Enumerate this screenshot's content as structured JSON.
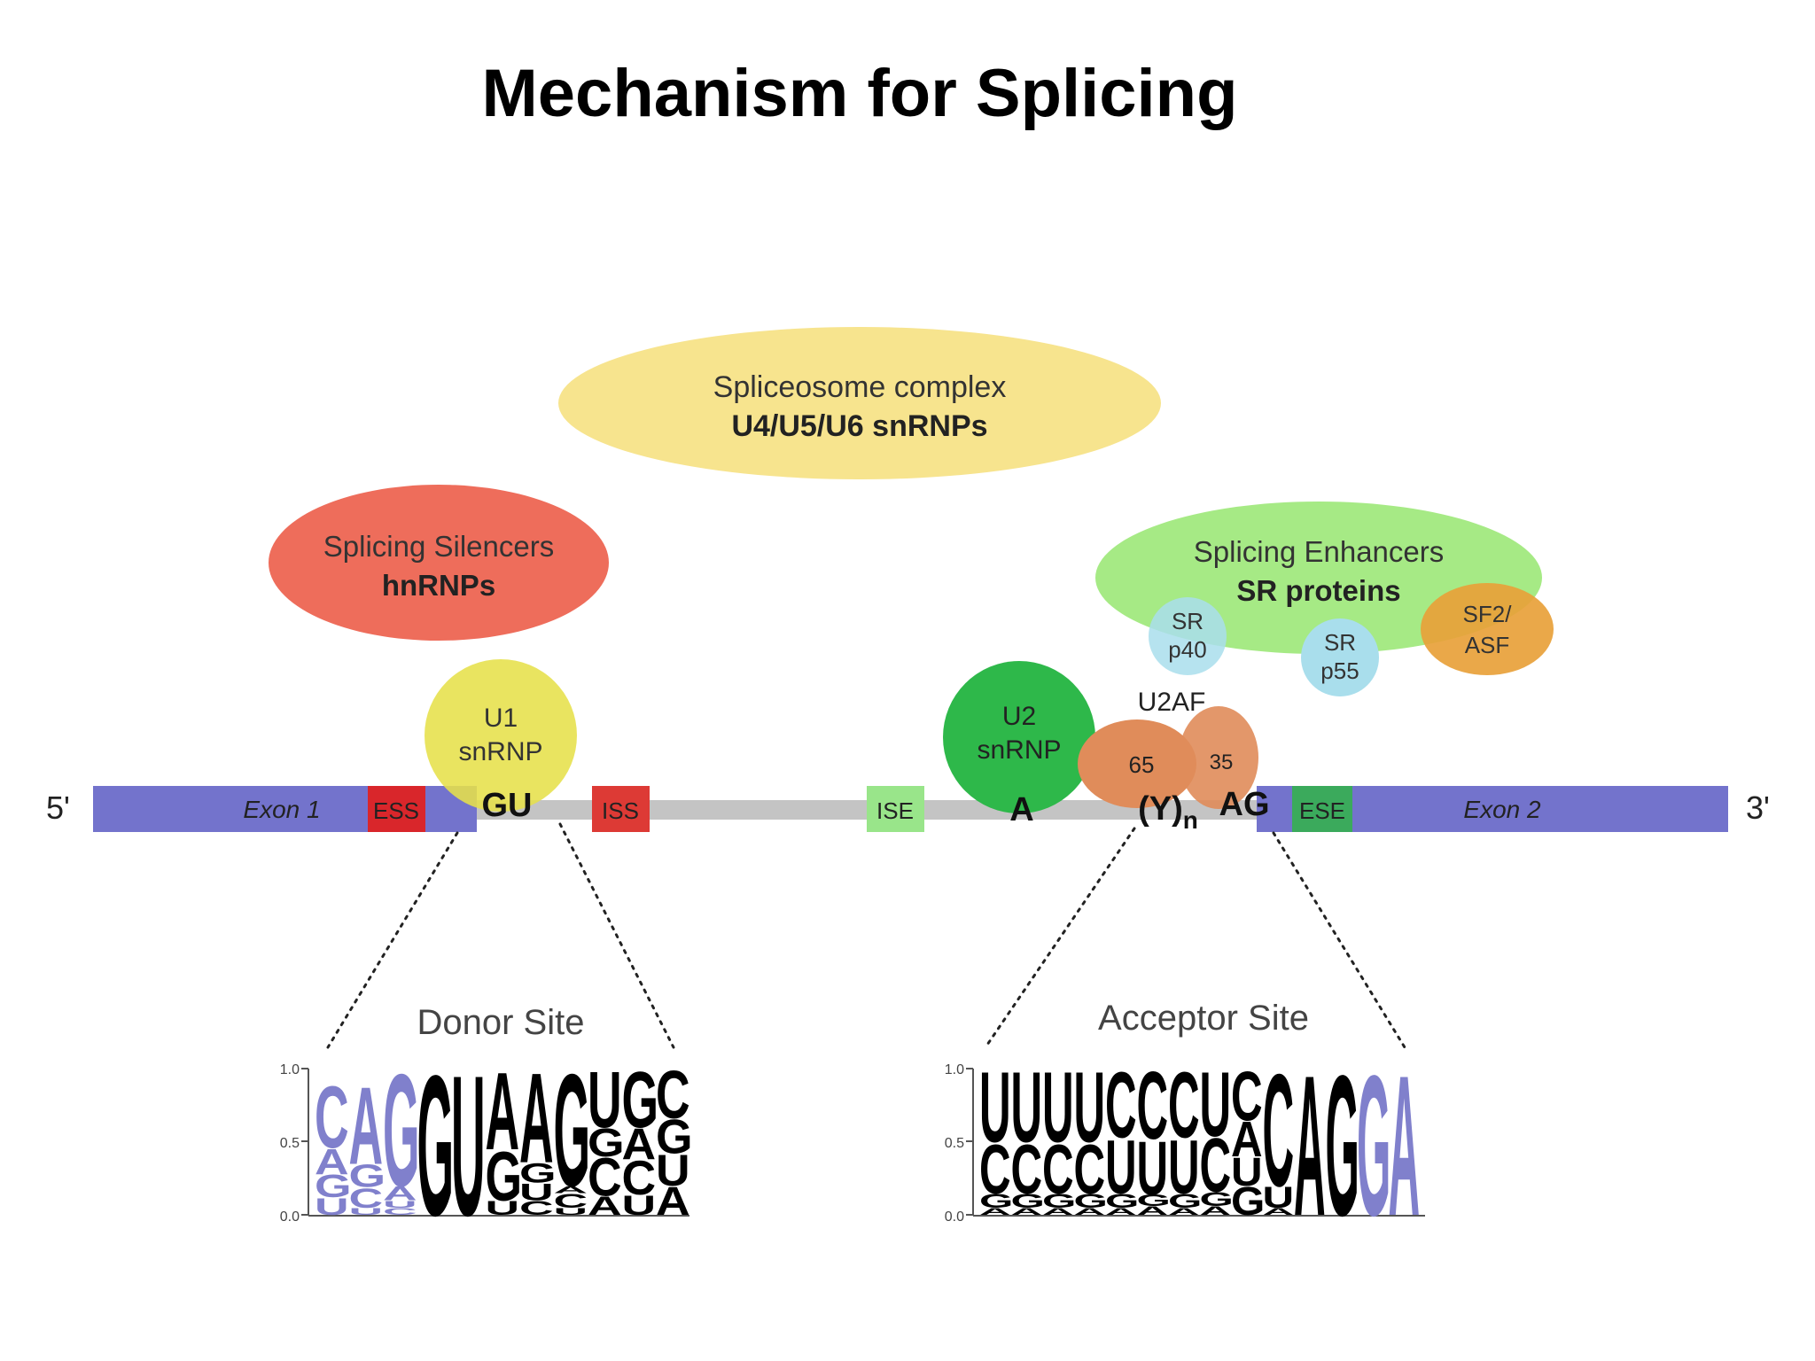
{
  "title": "Mechanism for Splicing",
  "strand": {
    "five_prime": "5'",
    "three_prime": "3'",
    "exon1": "Exon 1",
    "exon2": "Exon 2"
  },
  "elements": {
    "ess": "ESS",
    "iss": "ISS",
    "ise": "ISE",
    "ese": "ESE"
  },
  "motifs": {
    "gu": "GU",
    "a": "A",
    "yn": "(Y)",
    "n": "n",
    "ag": "AG"
  },
  "spliceosome": {
    "line1": "Spliceosome complex",
    "line2": "U4/U5/U6 snRNPs"
  },
  "silencers": {
    "line1": "Splicing Silencers",
    "line2": "hnRNPs"
  },
  "enhancers": {
    "line1": "Splicing Enhancers",
    "line2": "SR proteins"
  },
  "u1": {
    "line1": "U1",
    "line2": "snRNP"
  },
  "u2": {
    "line1": "U2",
    "line2": "snRNP"
  },
  "u2af": {
    "label": "U2AF",
    "large": "65",
    "small": "35"
  },
  "sr_p40": {
    "line1": "SR",
    "line2": "p40"
  },
  "sr_p55": {
    "line1": "SR",
    "line2": "p55"
  },
  "sf2": {
    "line1": "SF2/",
    "line2": "ASF"
  },
  "donor_site": "Donor Site",
  "acceptor_site": "Acceptor Site",
  "logo_axis": [
    "0.0",
    "0.5",
    "1.0"
  ],
  "donor_logo": [
    [
      [
        "U",
        0.12
      ],
      [
        "G",
        0.16
      ],
      [
        "A",
        0.18
      ],
      [
        "C",
        0.44
      ]
    ],
    [
      [
        "U",
        0.05
      ],
      [
        "C",
        0.14
      ],
      [
        "G",
        0.16
      ],
      [
        "A",
        0.55
      ]
    ],
    [
      [
        "C",
        0.05
      ],
      [
        "U",
        0.05
      ],
      [
        "A",
        0.1
      ],
      [
        "G",
        0.8
      ]
    ],
    [
      [
        "G",
        1.0
      ]
    ],
    [
      [
        "U",
        1.0
      ]
    ],
    [
      [
        "U",
        0.1
      ],
      [
        "G",
        0.35
      ],
      [
        "A",
        0.55
      ]
    ],
    [
      [
        "C",
        0.1
      ],
      [
        "U",
        0.12
      ],
      [
        "G",
        0.14
      ],
      [
        "A",
        0.64
      ]
    ],
    [
      [
        "U",
        0.05
      ],
      [
        "C",
        0.1
      ],
      [
        "A",
        0.05
      ],
      [
        "G",
        0.8
      ]
    ],
    [
      [
        "A",
        0.13
      ],
      [
        "C",
        0.27
      ],
      [
        "G",
        0.2
      ],
      [
        "U",
        0.4
      ]
    ],
    [
      [
        "U",
        0.14
      ],
      [
        "C",
        0.24
      ],
      [
        "A",
        0.22
      ],
      [
        "G",
        0.4
      ]
    ],
    [
      [
        "A",
        0.2
      ],
      [
        "U",
        0.22
      ],
      [
        "G",
        0.24
      ],
      [
        "C",
        0.34
      ]
    ]
  ],
  "acceptor_logo": [
    [
      [
        "A",
        0.05
      ],
      [
        "G",
        0.1
      ],
      [
        "C",
        0.35
      ],
      [
        "U",
        0.5
      ]
    ],
    [
      [
        "A",
        0.05
      ],
      [
        "G",
        0.1
      ],
      [
        "C",
        0.35
      ],
      [
        "U",
        0.5
      ]
    ],
    [
      [
        "A",
        0.05
      ],
      [
        "G",
        0.1
      ],
      [
        "C",
        0.35
      ],
      [
        "U",
        0.5
      ]
    ],
    [
      [
        "A",
        0.05
      ],
      [
        "G",
        0.1
      ],
      [
        "C",
        0.35
      ],
      [
        "U",
        0.5
      ]
    ],
    [
      [
        "A",
        0.05
      ],
      [
        "G",
        0.1
      ],
      [
        "U",
        0.38
      ],
      [
        "C",
        0.47
      ]
    ],
    [
      [
        "A",
        0.06
      ],
      [
        "G",
        0.08
      ],
      [
        "U",
        0.38
      ],
      [
        "C",
        0.48
      ]
    ],
    [
      [
        "A",
        0.05
      ],
      [
        "G",
        0.1
      ],
      [
        "U",
        0.38
      ],
      [
        "C",
        0.47
      ]
    ],
    [
      [
        "A",
        0.06
      ],
      [
        "G",
        0.1
      ],
      [
        "C",
        0.38
      ],
      [
        "U",
        0.46
      ]
    ],
    [
      [
        "G",
        0.2
      ],
      [
        "U",
        0.2
      ],
      [
        "A",
        0.25
      ],
      [
        "C",
        0.35
      ]
    ],
    [
      [
        "A",
        0.05
      ],
      [
        "U",
        0.15
      ],
      [
        "C",
        0.8
      ]
    ],
    [
      [
        "A",
        1.0
      ]
    ],
    [
      [
        "G",
        1.0
      ]
    ],
    [
      [
        "G",
        1.0
      ]
    ],
    [
      [
        "A",
        1.0
      ]
    ]
  ],
  "colors": {
    "exon": "#7373CC",
    "intron": "#C4C4C4",
    "ess": "#D9262B",
    "iss": "#DD3A35",
    "ise": "#99E58A",
    "ese": "#3BAA5C",
    "spliceosome": "#F7E48E",
    "silencers": "#EE6D5B",
    "enhancers": "#A6EA85",
    "u1": "#E6E04A",
    "u2": "#2EB84A",
    "u2af": "#E08C5A",
    "sr": "#A9DEEC",
    "sf2": "#E8A13A",
    "exon_logo": "#8080CC",
    "intron_logo": "#000000"
  }
}
